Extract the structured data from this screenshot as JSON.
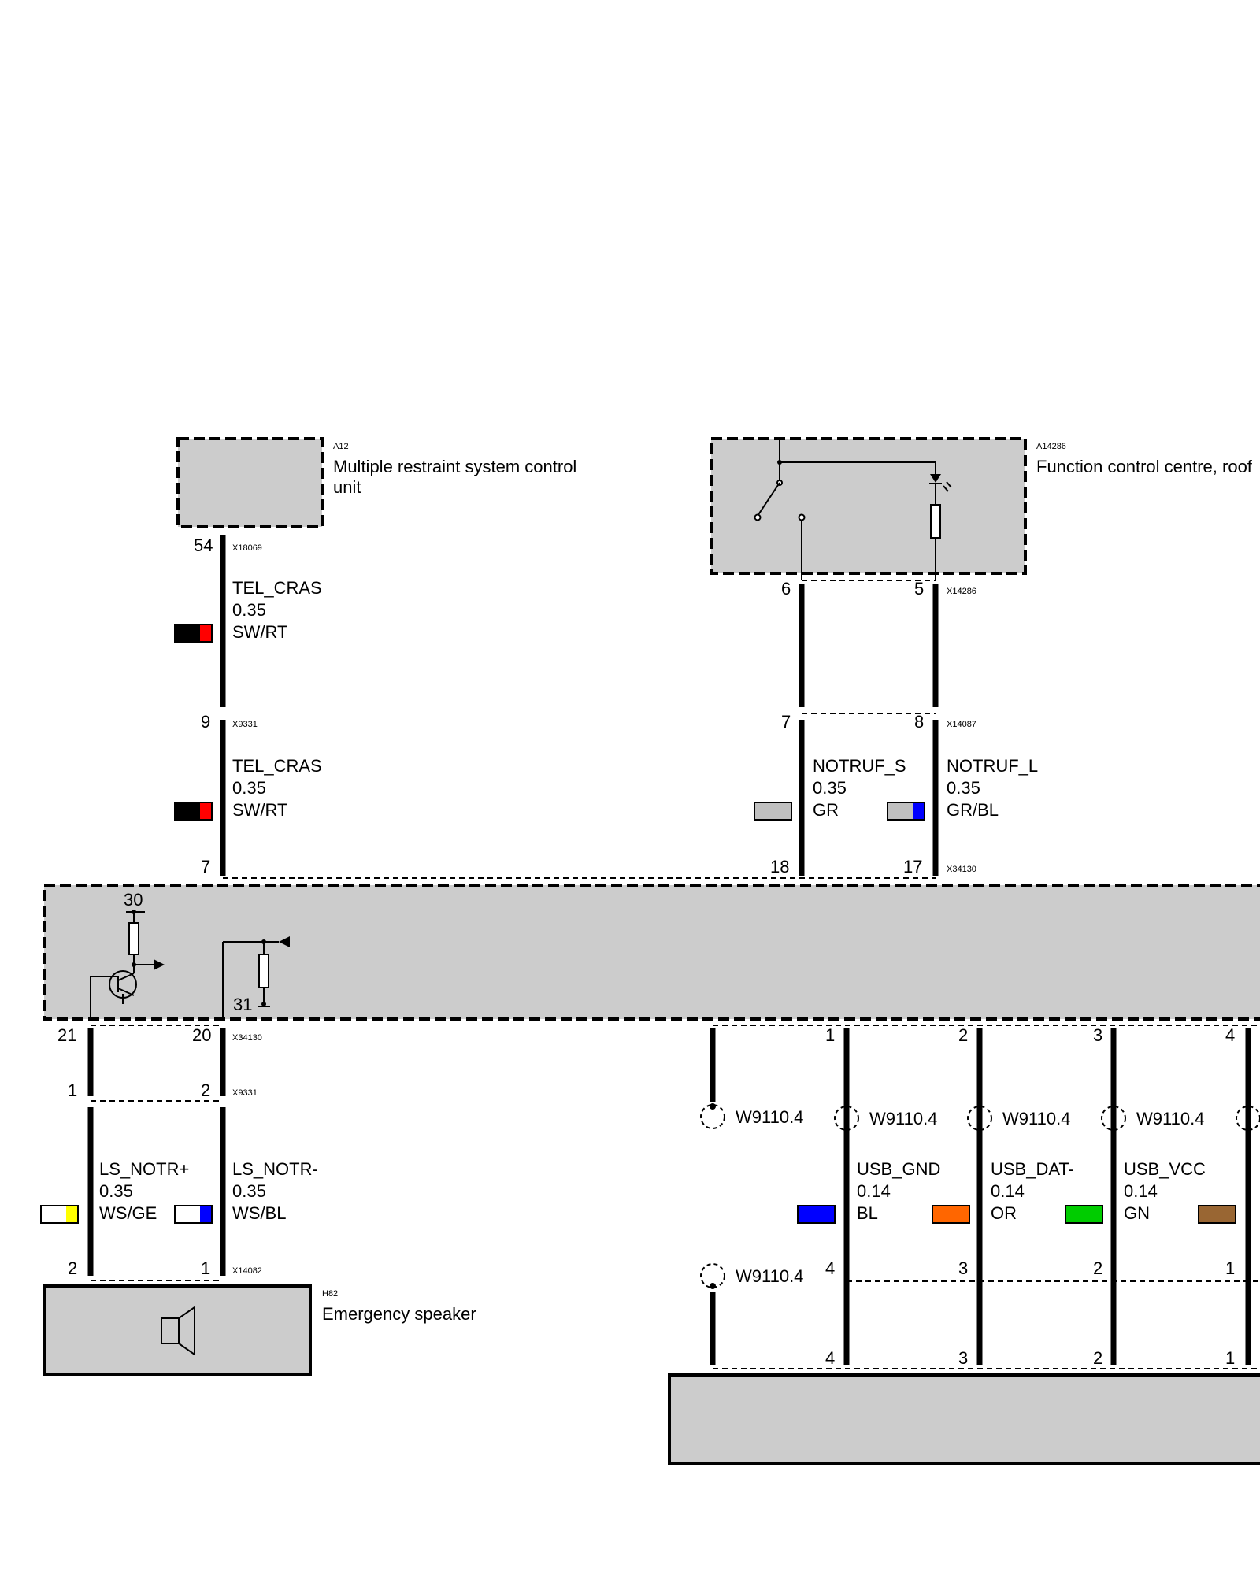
{
  "components": {
    "a12": {
      "id": "A12",
      "name_line1": "Multiple restraint system control",
      "name_line2": "unit"
    },
    "a14286": {
      "id": "A14286",
      "name": "Function control centre, roof"
    },
    "h82": {
      "id": "H82",
      "name": "Emergency speaker"
    }
  },
  "connectors": {
    "x18069": "X18069",
    "x9331_top": "X9331",
    "x14286": "X14286",
    "x14087": "X14087",
    "x34130_top": "X34130",
    "x34130_bottom": "X34130",
    "x9331_bottom": "X9331",
    "x14082": "X14082"
  },
  "pins": {
    "p54": "54",
    "p9": "9",
    "p7": "7",
    "p6": "6",
    "p5": "5",
    "p7b": "7",
    "p8": "8",
    "p18": "18",
    "p17": "17",
    "p21": "21",
    "p20": "20",
    "p1a": "1",
    "p2a": "2",
    "p2b": "2",
    "p1b": "1",
    "usb_top_1": "1",
    "usb_top_2": "2",
    "usb_top_3": "3",
    "usb_top_4": "4",
    "usb_mid_4a": "4",
    "usb_mid_3": "3",
    "usb_mid_2": "2",
    "usb_mid_1": "1",
    "usb_bot_4": "4",
    "usb_bot_3": "3",
    "usb_bot_2": "2",
    "usb_bot_1": "1",
    "int_30": "30",
    "int_31": "31"
  },
  "wires": {
    "tel_cras_1": {
      "signal": "TEL_CRAS",
      "size": "0.35",
      "color": "SW/RT"
    },
    "tel_cras_2": {
      "signal": "TEL_CRAS",
      "size": "0.35",
      "color": "SW/RT"
    },
    "notruf_s": {
      "signal": "NOTRUF_S",
      "size": "0.35",
      "color": "GR"
    },
    "notruf_l": {
      "signal": "NOTRUF_L",
      "size": "0.35",
      "color": "GR/BL"
    },
    "ls_notr_p": {
      "signal": "LS_NOTR+",
      "size": "0.35",
      "color": "WS/GE"
    },
    "ls_notr_m": {
      "signal": "LS_NOTR-",
      "size": "0.35",
      "color": "WS/BL"
    },
    "usb_gnd": {
      "signal": "USB_GND",
      "size": "0.14",
      "color": "BL"
    },
    "usb_dat": {
      "signal": "USB_DAT-",
      "size": "0.14",
      "color": "OR"
    },
    "usb_vcc": {
      "signal": "USB_VCC",
      "size": "0.14",
      "color": "GN"
    }
  },
  "shields": {
    "s1": "W9110.4",
    "s2": "W9110.4",
    "s3": "W9110.4",
    "s4": "W9110.4",
    "s5": "W9110.4"
  },
  "colors": {
    "box_fill": "#cccccc",
    "black": "#000000",
    "red": "#ff0000",
    "white": "#ffffff",
    "yellow": "#ffff00",
    "blue": "#0000ff",
    "grey": "#c0c0c0",
    "orange": "#ff6600",
    "green": "#00cc00",
    "brown": "#996633"
  }
}
